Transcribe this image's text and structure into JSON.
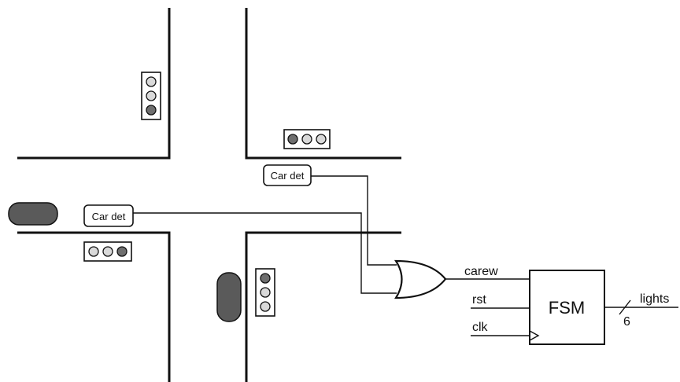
{
  "detectors": [
    {
      "id": "north",
      "label": "Car det"
    },
    {
      "id": "west",
      "label": "Car det"
    }
  ],
  "traffic_lights": [
    {
      "id": "north-left",
      "lamps": [
        "lit",
        "lit",
        "dark"
      ]
    },
    {
      "id": "north-right",
      "lamps": [
        "dark",
        "lit",
        "lit"
      ]
    },
    {
      "id": "west",
      "lamps": [
        "lit",
        "lit",
        "dark"
      ]
    },
    {
      "id": "south",
      "lamps": [
        "dark",
        "lit",
        "lit"
      ]
    }
  ],
  "colors": {
    "lamp_lit": "#d9d9d9",
    "lamp_dark": "#6e6e6e",
    "car": "#5a5a5a"
  },
  "fsm": {
    "label": "FSM",
    "inputs": {
      "carew": "carew",
      "rst": "rst",
      "clk": "clk"
    },
    "output": "lights",
    "bus_width": "6"
  }
}
